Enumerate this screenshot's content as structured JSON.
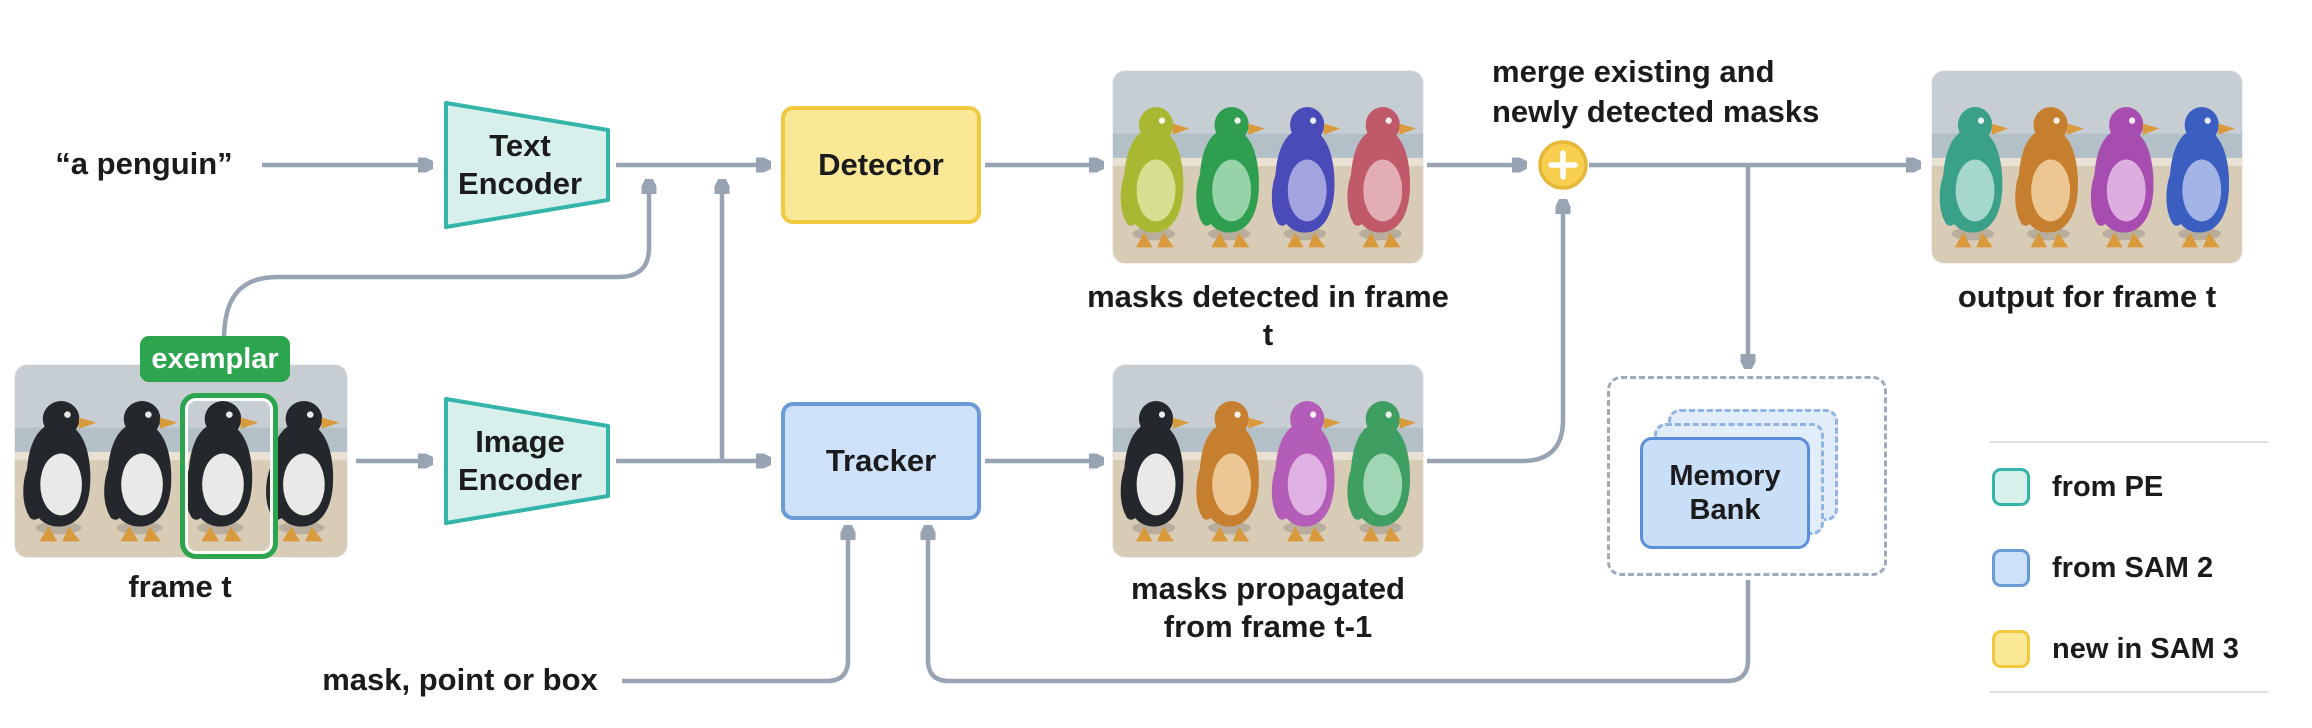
{
  "palette": {
    "teal_fill": "#d7f0ec",
    "teal_border": "#35b5a9",
    "blue_fill": "#cde1f8",
    "blue_border": "#6b9bd6",
    "yellow_fill": "#fbe897",
    "yellow_border": "#f0c93f",
    "exemplar_green": "#2da44e",
    "arrow_gray": "#98a4b4",
    "merge_circle_fill": "#f8cf4e",
    "merge_circle_border": "#e7b73a"
  },
  "inputs": {
    "text_prompt": "“a penguin”",
    "frame_caption": "frame t",
    "exemplar_label": "exemplar",
    "prompt_label": "mask, point or box"
  },
  "nodes": {
    "text_encoder": {
      "line1": "Text",
      "line2": "Encoder"
    },
    "image_encoder": {
      "line1": "Image",
      "line2": "Encoder"
    },
    "detector": {
      "label": "Detector"
    },
    "tracker": {
      "label": "Tracker"
    },
    "memory_bank": {
      "line1": "Memory",
      "line2": "Bank"
    }
  },
  "merge_note": [
    "merge existing and",
    "newly detected masks"
  ],
  "captions": {
    "masks_detected": "masks detected in frame t",
    "masks_propagated_line1": "masks propagated",
    "masks_propagated_line2": "from frame t-1",
    "output": "output for frame t"
  },
  "legend": [
    {
      "label": "from PE",
      "fill": "#d7f0ec",
      "border": "#35b5a9"
    },
    {
      "label": "from SAM 2",
      "fill": "#cde1f8",
      "border": "#6b9bd6"
    },
    {
      "label": "new in SAM 3",
      "fill": "#fbe897",
      "border": "#f0c93f"
    }
  ],
  "scenes": {
    "frame_t": [
      {
        "body": "#24272b",
        "belly": "#e9e9e7"
      },
      {
        "body": "#24272b",
        "belly": "#e9e9e7"
      },
      {
        "body": "#24272b",
        "belly": "#e9e9e7"
      },
      {
        "body": "#24272b",
        "belly": "#e9e9e7"
      }
    ],
    "masks_detected": [
      {
        "body": "#a9b832",
        "belly": "#d9df90"
      },
      {
        "body": "#2f9e4f",
        "belly": "#97d3a8"
      },
      {
        "body": "#4a4ab8",
        "belly": "#a3a3e0"
      },
      {
        "body": "#c05a6a",
        "belly": "#e3adb6"
      }
    ],
    "masks_propagated": [
      {
        "body": "#24272b",
        "belly": "#e9e9e7"
      },
      {
        "body": "#c67f2e",
        "belly": "#ecc693"
      },
      {
        "body": "#b35cb8",
        "belly": "#e0b2e3"
      },
      {
        "body": "#3f9e62",
        "belly": "#a0d6b4"
      }
    ],
    "output": [
      {
        "body": "#3aa08a",
        "belly": "#a5d8cb"
      },
      {
        "body": "#c67f2e",
        "belly": "#ecc693"
      },
      {
        "body": "#a84db0",
        "belly": "#dcaee0"
      },
      {
        "body": "#3a5fc0",
        "belly": "#a3b5e6"
      }
    ]
  }
}
